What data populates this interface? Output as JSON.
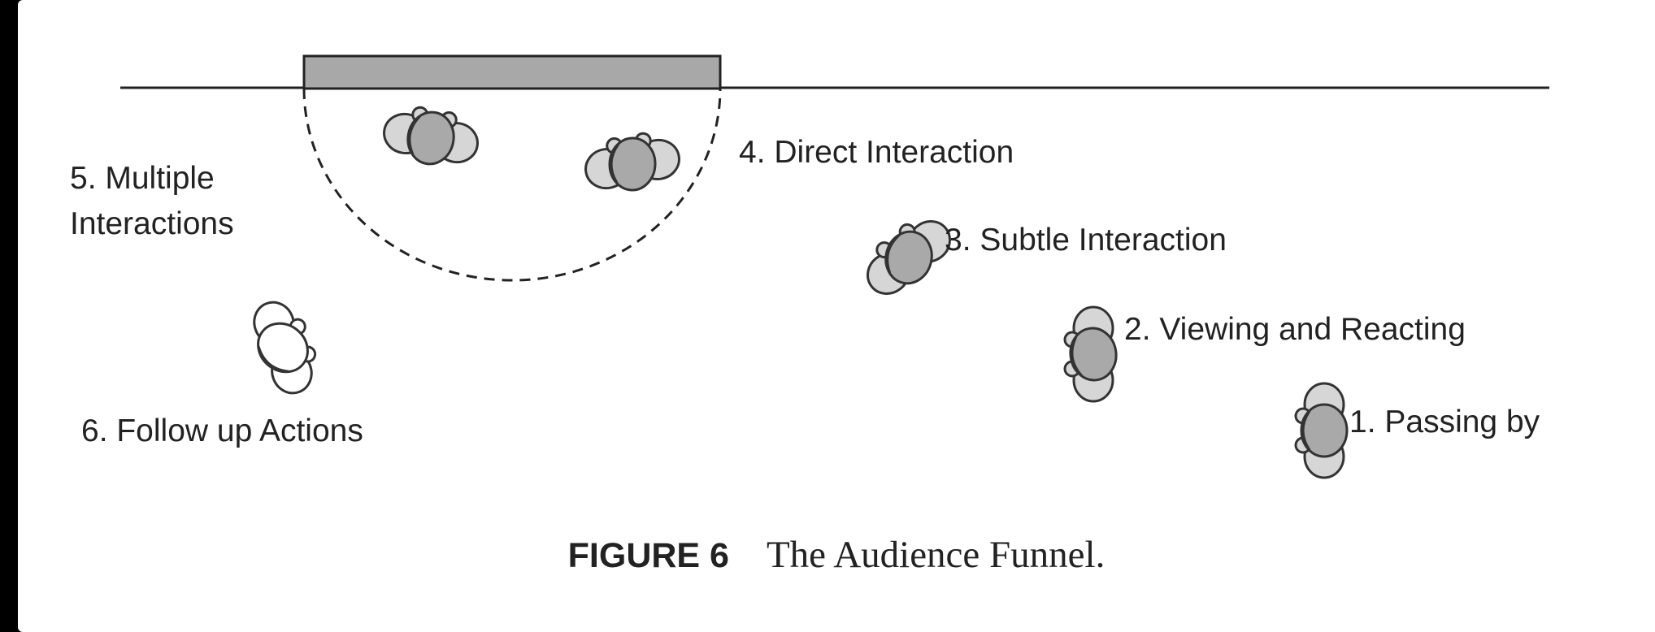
{
  "figure": {
    "number": "FIGURE 6",
    "title": "The Audience Funnel."
  },
  "stages": [
    {
      "key": "passing",
      "label": "1. Passing by"
    },
    {
      "key": "viewing",
      "label": "2. Viewing and Reacting"
    },
    {
      "key": "subtle",
      "label": "3. Subtle Interaction"
    },
    {
      "key": "direct",
      "label": "4. Direct Interaction"
    },
    {
      "key": "multiple",
      "label": "5. Multiple\nInteractions"
    },
    {
      "key": "followup",
      "label": "6. Follow up Actions"
    }
  ],
  "colors": {
    "display": "#a8a8a8",
    "person_body": "#d6d6d6",
    "person_head": "#a9a9a9",
    "person_outline": "#333333",
    "line": "#222222"
  }
}
